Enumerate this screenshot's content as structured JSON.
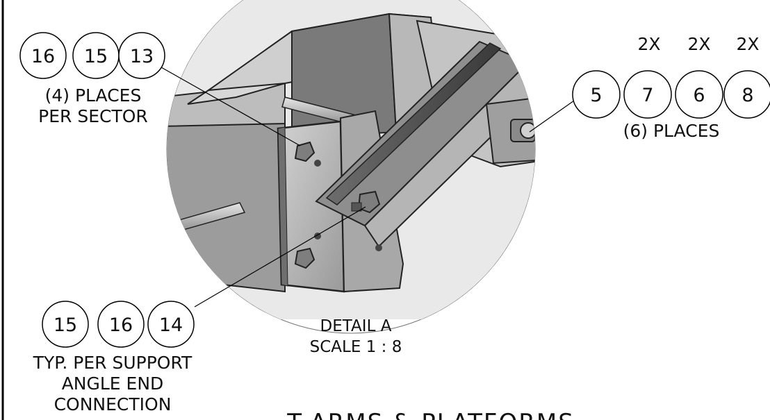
{
  "balloons_left_top": [
    "16",
    "15",
    "13"
  ],
  "note_left_top": [
    "(4) PLACES",
    "PER SECTOR"
  ],
  "balloons_right": [
    "5",
    "7",
    "6",
    "8"
  ],
  "quantity_labels": [
    "2X",
    "2X",
    "2X"
  ],
  "note_right": "(6) PLACES",
  "balloons_left_bottom": [
    "15",
    "16",
    "14"
  ],
  "note_left_bottom": [
    "TYP. PER SUPPORT",
    "ANGLE END",
    "CONNECTION"
  ],
  "detail_label": "DETAIL A",
  "scale_label": "SCALE 1 : 8",
  "sheet_title": "T-ARMS & PLATFORMS"
}
